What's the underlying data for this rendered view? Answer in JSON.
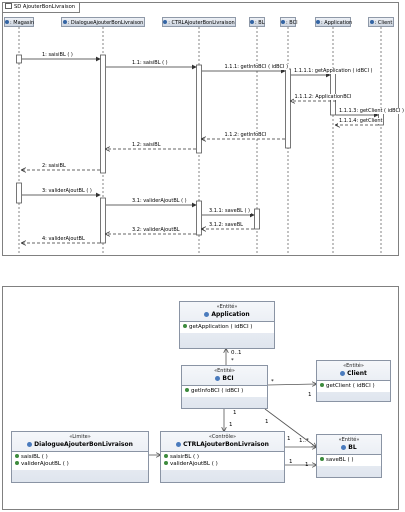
{
  "sequence": {
    "title": "SD AjouterBonLivraison",
    "lifelines": [
      {
        "id": "magasin",
        "label": ": Magasin"
      },
      {
        "id": "dialogue",
        "label": ": DialogueAjouterBonLivraison"
      },
      {
        "id": "ctrl",
        "label": ": CTRLAjouterBonLivraison"
      },
      {
        "id": "bl",
        "label": ": BL"
      },
      {
        "id": "bci",
        "label": ": BCI"
      },
      {
        "id": "application",
        "label": ": Application"
      },
      {
        "id": "client",
        "label": ": Client"
      }
    ],
    "messages": [
      {
        "label": "1: saisiBL ( )"
      },
      {
        "label": "1.1: saisiBL ( )"
      },
      {
        "label": "1.1.1: getInfoBCI ( idBCI )"
      },
      {
        "label": "1.1.1.1: getApplication ( idBCI )"
      },
      {
        "label": "1.1.1.2: ApplicationBCI"
      },
      {
        "label": "1.1.1.3: getClient ( idBCI )"
      },
      {
        "label": "1.1.1.4: getClient"
      },
      {
        "label": "1.1.2: getInfoBCI"
      },
      {
        "label": "1.2: saisiBL"
      },
      {
        "label": "2: saisiBL"
      },
      {
        "label": "3: validerAjoutBL ( )"
      },
      {
        "label": "3.1: validerAjoutBL ( )"
      },
      {
        "label": "3.1.1: saveBL ( )"
      },
      {
        "label": "3.1.2: saveBL"
      },
      {
        "label": "3.2: validerAjoutBL"
      },
      {
        "label": "4: validerAjoutBL"
      }
    ]
  },
  "class_diagram": {
    "classes": [
      {
        "id": "application",
        "stereotype": "«Entité»",
        "name": "Application",
        "operations": [
          "getApplication ( idBCI )"
        ]
      },
      {
        "id": "bci",
        "stereotype": "«Entité»",
        "name": "BCI",
        "operations": [
          "getInfoBCI ( idBCI )"
        ]
      },
      {
        "id": "client",
        "stereotype": "«Entité»",
        "name": "Client",
        "operations": [
          "getClient ( idBCI )"
        ]
      },
      {
        "id": "dialogue",
        "stereotype": "«Limite»",
        "name": "DialogueAjouterBonLivraison",
        "operations": [
          "saisiBL ( )",
          "validerAjoutBL ( )"
        ]
      },
      {
        "id": "ctrl",
        "stereotype": "«Contrôle»",
        "name": "CTRLAjouterBonLivraison",
        "operations": [
          "saisirBL ( )",
          "validerAjoutBL ( )"
        ]
      },
      {
        "id": "bl",
        "stereotype": "«Entité»",
        "name": "BL",
        "operations": [
          "saveBL ( )"
        ]
      }
    ],
    "multiplicities": {
      "app_bci_top": "0..1",
      "app_bci_bottom": "*",
      "bci_client_left": "*",
      "bci_client_right": "1",
      "bci_ctrl_top": "1",
      "bci_ctrl_bottom": "1",
      "bci_bl_top": "1",
      "ctrl_bl_left": "1",
      "ctrl_bl_right": "1..*",
      "ctrl_bl_bottom_left": "1",
      "ctrl_bl_bottom_right": "1"
    }
  }
}
